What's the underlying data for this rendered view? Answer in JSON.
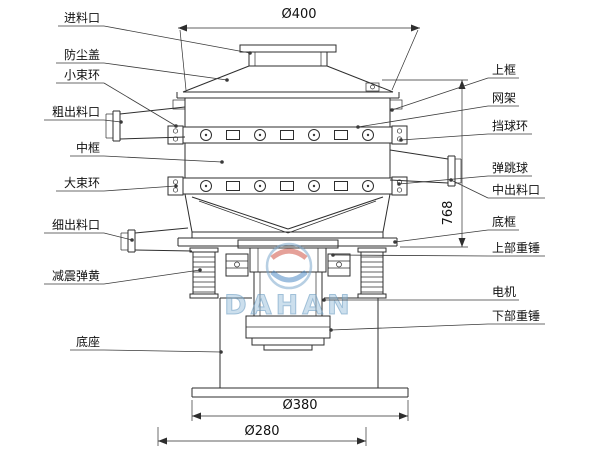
{
  "diagram": {
    "watermark": "DAHAN",
    "dimensions": {
      "top_diameter": "Ø400",
      "height": "768",
      "base_outer_diameter": "Ø380",
      "base_inner_diameter": "Ø280"
    },
    "labels_left": [
      "进料口",
      "防尘盖",
      "小束环",
      "粗出料口",
      "中框",
      "大束环",
      "细出料口",
      "减震弹黄",
      "底座"
    ],
    "labels_right": [
      "上框",
      "网架",
      "挡球环",
      "弹跳球",
      "中出料口",
      "底框",
      "上部重锤",
      "电机",
      "下部重锤"
    ],
    "colors": {
      "line": "#2e2e2e",
      "label_text": "#111111",
      "watermark_blue": "#7ba7cc",
      "logo_red": "#cc4433",
      "logo_blue": "#3d7fbf"
    }
  }
}
